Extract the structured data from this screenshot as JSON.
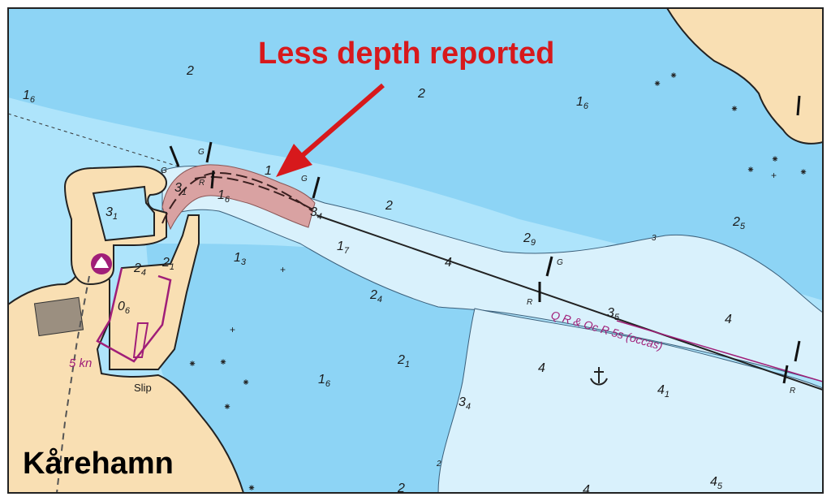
{
  "callout": {
    "text": "Less depth reported",
    "color": "#d7191c"
  },
  "place_name": "Kårehamn",
  "light_description": "Q R & Oc R 5s (occas)",
  "speed_limit": "5 kn",
  "slip_label": "Slip",
  "soundings": [
    {
      "main": "2",
      "sub": ""
    },
    {
      "main": "2",
      "sub": ""
    },
    {
      "main": "1",
      "sub": "6"
    },
    {
      "main": "1",
      "sub": "6"
    },
    {
      "main": "1",
      "sub": ""
    },
    {
      "main": "3",
      "sub": "1"
    },
    {
      "main": "3",
      "sub": "1"
    },
    {
      "main": "1",
      "sub": "6"
    },
    {
      "main": "3",
      "sub": "4"
    },
    {
      "main": "2",
      "sub": ""
    },
    {
      "main": "2",
      "sub": "5"
    },
    {
      "main": "2",
      "sub": "9"
    },
    {
      "main": "1",
      "sub": "7"
    },
    {
      "main": "1",
      "sub": "3"
    },
    {
      "main": "2",
      "sub": "4"
    },
    {
      "main": "2",
      "sub": "1"
    },
    {
      "main": "2",
      "sub": "4"
    },
    {
      "main": "0",
      "sub": "6"
    },
    {
      "main": "4",
      "sub": ""
    },
    {
      "main": "3",
      "sub": "5"
    },
    {
      "main": "4",
      "sub": ""
    },
    {
      "main": "2",
      "sub": "1"
    },
    {
      "main": "4",
      "sub": ""
    },
    {
      "main": "1",
      "sub": "6"
    },
    {
      "main": "3",
      "sub": "4"
    },
    {
      "main": "4",
      "sub": "1"
    },
    {
      "main": "4",
      "sub": "5"
    },
    {
      "main": "2",
      "sub": ""
    },
    {
      "main": "4",
      "sub": ""
    },
    {
      "main": "3",
      "sub": ""
    },
    {
      "main": "2",
      "sub": ""
    }
  ],
  "beacon_letters": [
    "G",
    "G",
    "R",
    "G",
    "G",
    "R",
    "R"
  ],
  "colors": {
    "land": "#f9dfb3",
    "deep_water": "#8dd4f5",
    "shallow_water": "#aee4fb",
    "channel": "#d9f1fc",
    "hazard_area": "#d9a2a2",
    "magenta": "#a01e78"
  }
}
